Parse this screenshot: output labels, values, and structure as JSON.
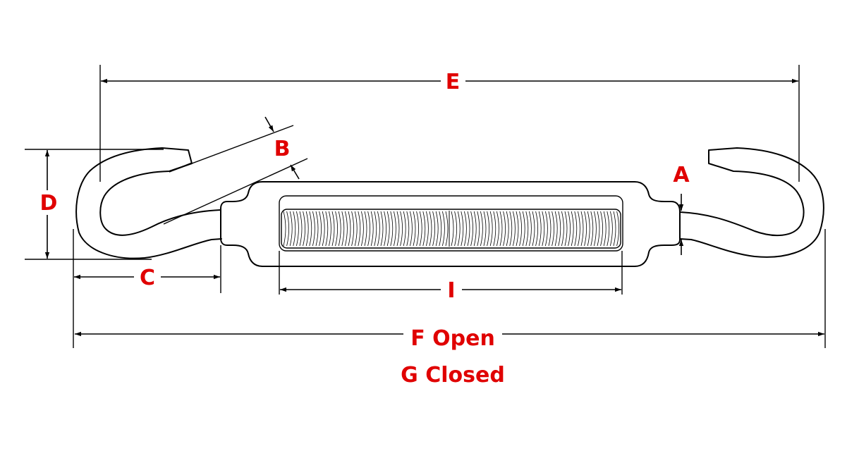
{
  "colors": {
    "label": "#e00000",
    "line": "#000000",
    "background": "#ffffff"
  },
  "labels": {
    "a": "A",
    "b": "B",
    "c": "C",
    "d": "D",
    "e": "E",
    "f_open": "F Open",
    "g_closed": "G Closed",
    "i": "I"
  }
}
